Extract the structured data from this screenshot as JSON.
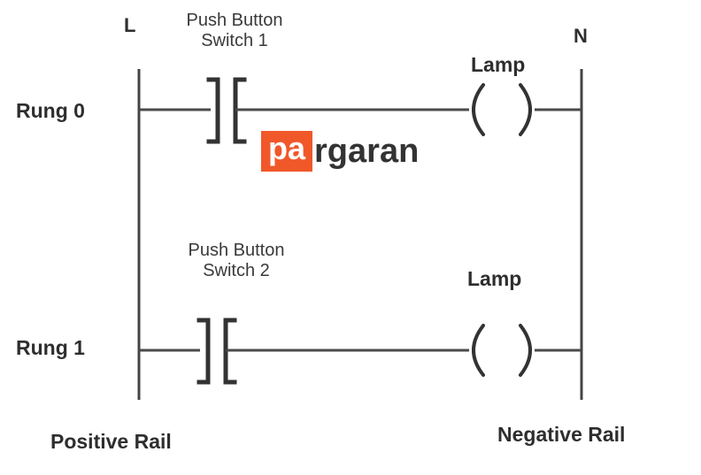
{
  "rails": {
    "left_letter": "L",
    "right_letter": "N",
    "left_name": "Positive Rail",
    "right_name": "Negative Rail"
  },
  "rungs": [
    {
      "label": "Rung 0",
      "switch_line1": "Push Button",
      "switch_line2": "Switch 1",
      "output_label": "Lamp"
    },
    {
      "label": "Rung 1",
      "switch_line1": "Push Button",
      "switch_line2": "Switch 2",
      "output_label": "Lamp"
    }
  ],
  "watermark": {
    "highlight": "pa",
    "rest": "rgaran",
    "highlight_color": "#f0582a"
  }
}
